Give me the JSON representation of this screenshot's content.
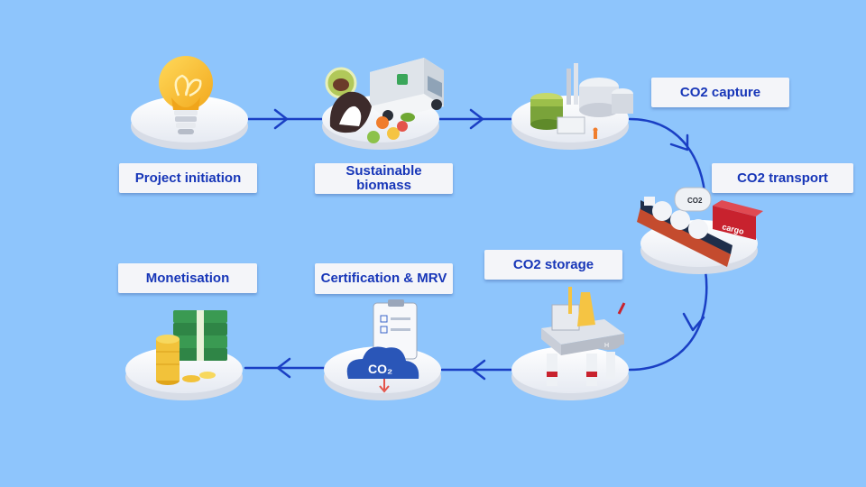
{
  "colors": {
    "background": "#8ec5fc",
    "flow_line": "#1a3fc4",
    "label_text": "#1736b8",
    "label_bg": "#f4f5f9"
  },
  "steps": [
    {
      "label": "Project initiation",
      "icon": "lightbulb-icon"
    },
    {
      "label": "Sustainable biomass",
      "icon": "biomass-truck-icon"
    },
    {
      "label": "CO2 capture",
      "icon": "capture-plant-icon"
    },
    {
      "label": "CO2 transport",
      "icon": "ship-train-icon"
    },
    {
      "label": "CO2 storage",
      "icon": "offshore-platform-icon"
    },
    {
      "label": "Certification & MRV",
      "icon": "co2-cloud-certificate-icon"
    },
    {
      "label": "Monetisation",
      "icon": "money-stack-icon"
    }
  ],
  "icon_text": {
    "co2_cloud": "CO₂",
    "co2_tank": "CO2",
    "cargo": "cargo"
  }
}
